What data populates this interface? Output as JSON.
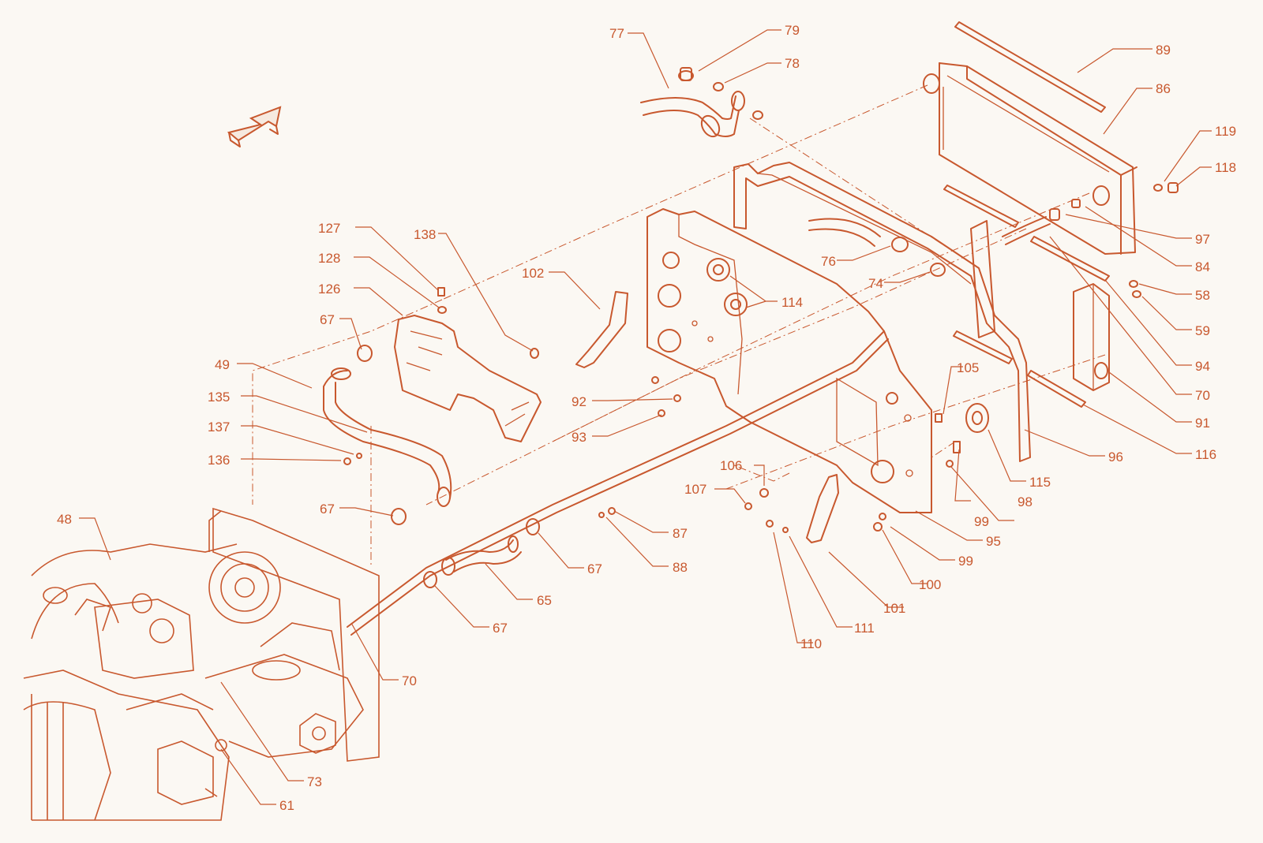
{
  "colors": {
    "ink": "#c8582e",
    "background": "#fbf8f3"
  },
  "callouts": [
    {
      "id": "c77",
      "text": "77"
    },
    {
      "id": "c79",
      "text": "79"
    },
    {
      "id": "c78",
      "text": "78"
    },
    {
      "id": "c89",
      "text": "89"
    },
    {
      "id": "c86",
      "text": "86"
    },
    {
      "id": "c119",
      "text": "119"
    },
    {
      "id": "c118",
      "text": "118"
    },
    {
      "id": "c97",
      "text": "97"
    },
    {
      "id": "c84",
      "text": "84"
    },
    {
      "id": "c58",
      "text": "58"
    },
    {
      "id": "c59",
      "text": "59"
    },
    {
      "id": "c94",
      "text": "94"
    },
    {
      "id": "c70a",
      "text": "70"
    },
    {
      "id": "c91",
      "text": "91"
    },
    {
      "id": "c116",
      "text": "116"
    },
    {
      "id": "c96",
      "text": "96"
    },
    {
      "id": "c115",
      "text": "115"
    },
    {
      "id": "c98",
      "text": "98"
    },
    {
      "id": "c99a",
      "text": "99"
    },
    {
      "id": "c99b",
      "text": "99"
    },
    {
      "id": "c95",
      "text": "95"
    },
    {
      "id": "c100",
      "text": "100"
    },
    {
      "id": "c101",
      "text": "101"
    },
    {
      "id": "c111",
      "text": "111"
    },
    {
      "id": "c110",
      "text": "110"
    },
    {
      "id": "c105",
      "text": "105"
    },
    {
      "id": "c106",
      "text": "106"
    },
    {
      "id": "c107",
      "text": "107"
    },
    {
      "id": "c87",
      "text": "87"
    },
    {
      "id": "c88",
      "text": "88"
    },
    {
      "id": "c67a",
      "text": "67"
    },
    {
      "id": "c65",
      "text": "65"
    },
    {
      "id": "c67b",
      "text": "67"
    },
    {
      "id": "c76",
      "text": "76"
    },
    {
      "id": "c74",
      "text": "74"
    },
    {
      "id": "c114",
      "text": "114"
    },
    {
      "id": "c102",
      "text": "102"
    },
    {
      "id": "c92",
      "text": "92"
    },
    {
      "id": "c93",
      "text": "93"
    },
    {
      "id": "c127",
      "text": "127"
    },
    {
      "id": "c138",
      "text": "138"
    },
    {
      "id": "c128",
      "text": "128"
    },
    {
      "id": "c126",
      "text": "126"
    },
    {
      "id": "c67c",
      "text": "67"
    },
    {
      "id": "c49",
      "text": "49"
    },
    {
      "id": "c135",
      "text": "135"
    },
    {
      "id": "c137",
      "text": "137"
    },
    {
      "id": "c136",
      "text": "136"
    },
    {
      "id": "c67d",
      "text": "67"
    },
    {
      "id": "c48",
      "text": "48"
    },
    {
      "id": "c70b",
      "text": "70"
    },
    {
      "id": "c73",
      "text": "73"
    },
    {
      "id": "c61",
      "text": "61"
    }
  ]
}
